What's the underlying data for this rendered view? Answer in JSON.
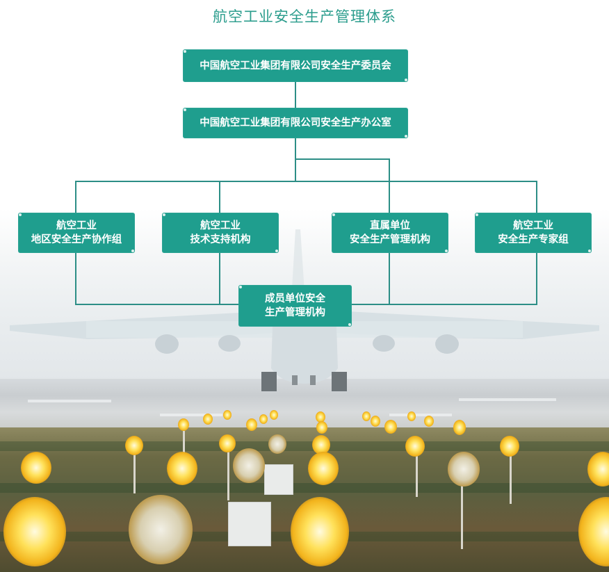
{
  "title": "航空工业安全生产管理体系",
  "colors": {
    "node_fill": "#1f9e8e",
    "node_text": "#ffffff",
    "title_text": "#2a9c8c",
    "connector": "#2c8e86"
  },
  "nodes": {
    "committee": {
      "label": "中国航空工业集团有限公司安全生产委员会"
    },
    "office": {
      "label": "中国航空工业集团有限公司安全生产办公室"
    },
    "regional": {
      "line1": "航空工业",
      "line2": "地区安全生产协作组"
    },
    "technical": {
      "line1": "航空工业",
      "line2": "技术支持机构"
    },
    "direct": {
      "line1": "直属单位",
      "line2": "安全生产管理机构"
    },
    "experts": {
      "line1": "航空工业",
      "line2": "安全生产专家组"
    },
    "members": {
      "line1": "成员单位安全",
      "line2": "生产管理机构"
    }
  },
  "edges": [
    {
      "from": "committee",
      "to": "office"
    },
    {
      "from": "office",
      "to": "regional"
    },
    {
      "from": "office",
      "to": "technical"
    },
    {
      "from": "office",
      "to": "direct"
    },
    {
      "from": "office",
      "to": "experts"
    },
    {
      "from": "regional",
      "to": "members"
    },
    {
      "from": "technical",
      "to": "members"
    },
    {
      "from": "direct",
      "to": "members"
    },
    {
      "from": "experts",
      "to": "members"
    }
  ],
  "background": {
    "description": "Transport aircraft on runway with approach lights in foreground"
  }
}
